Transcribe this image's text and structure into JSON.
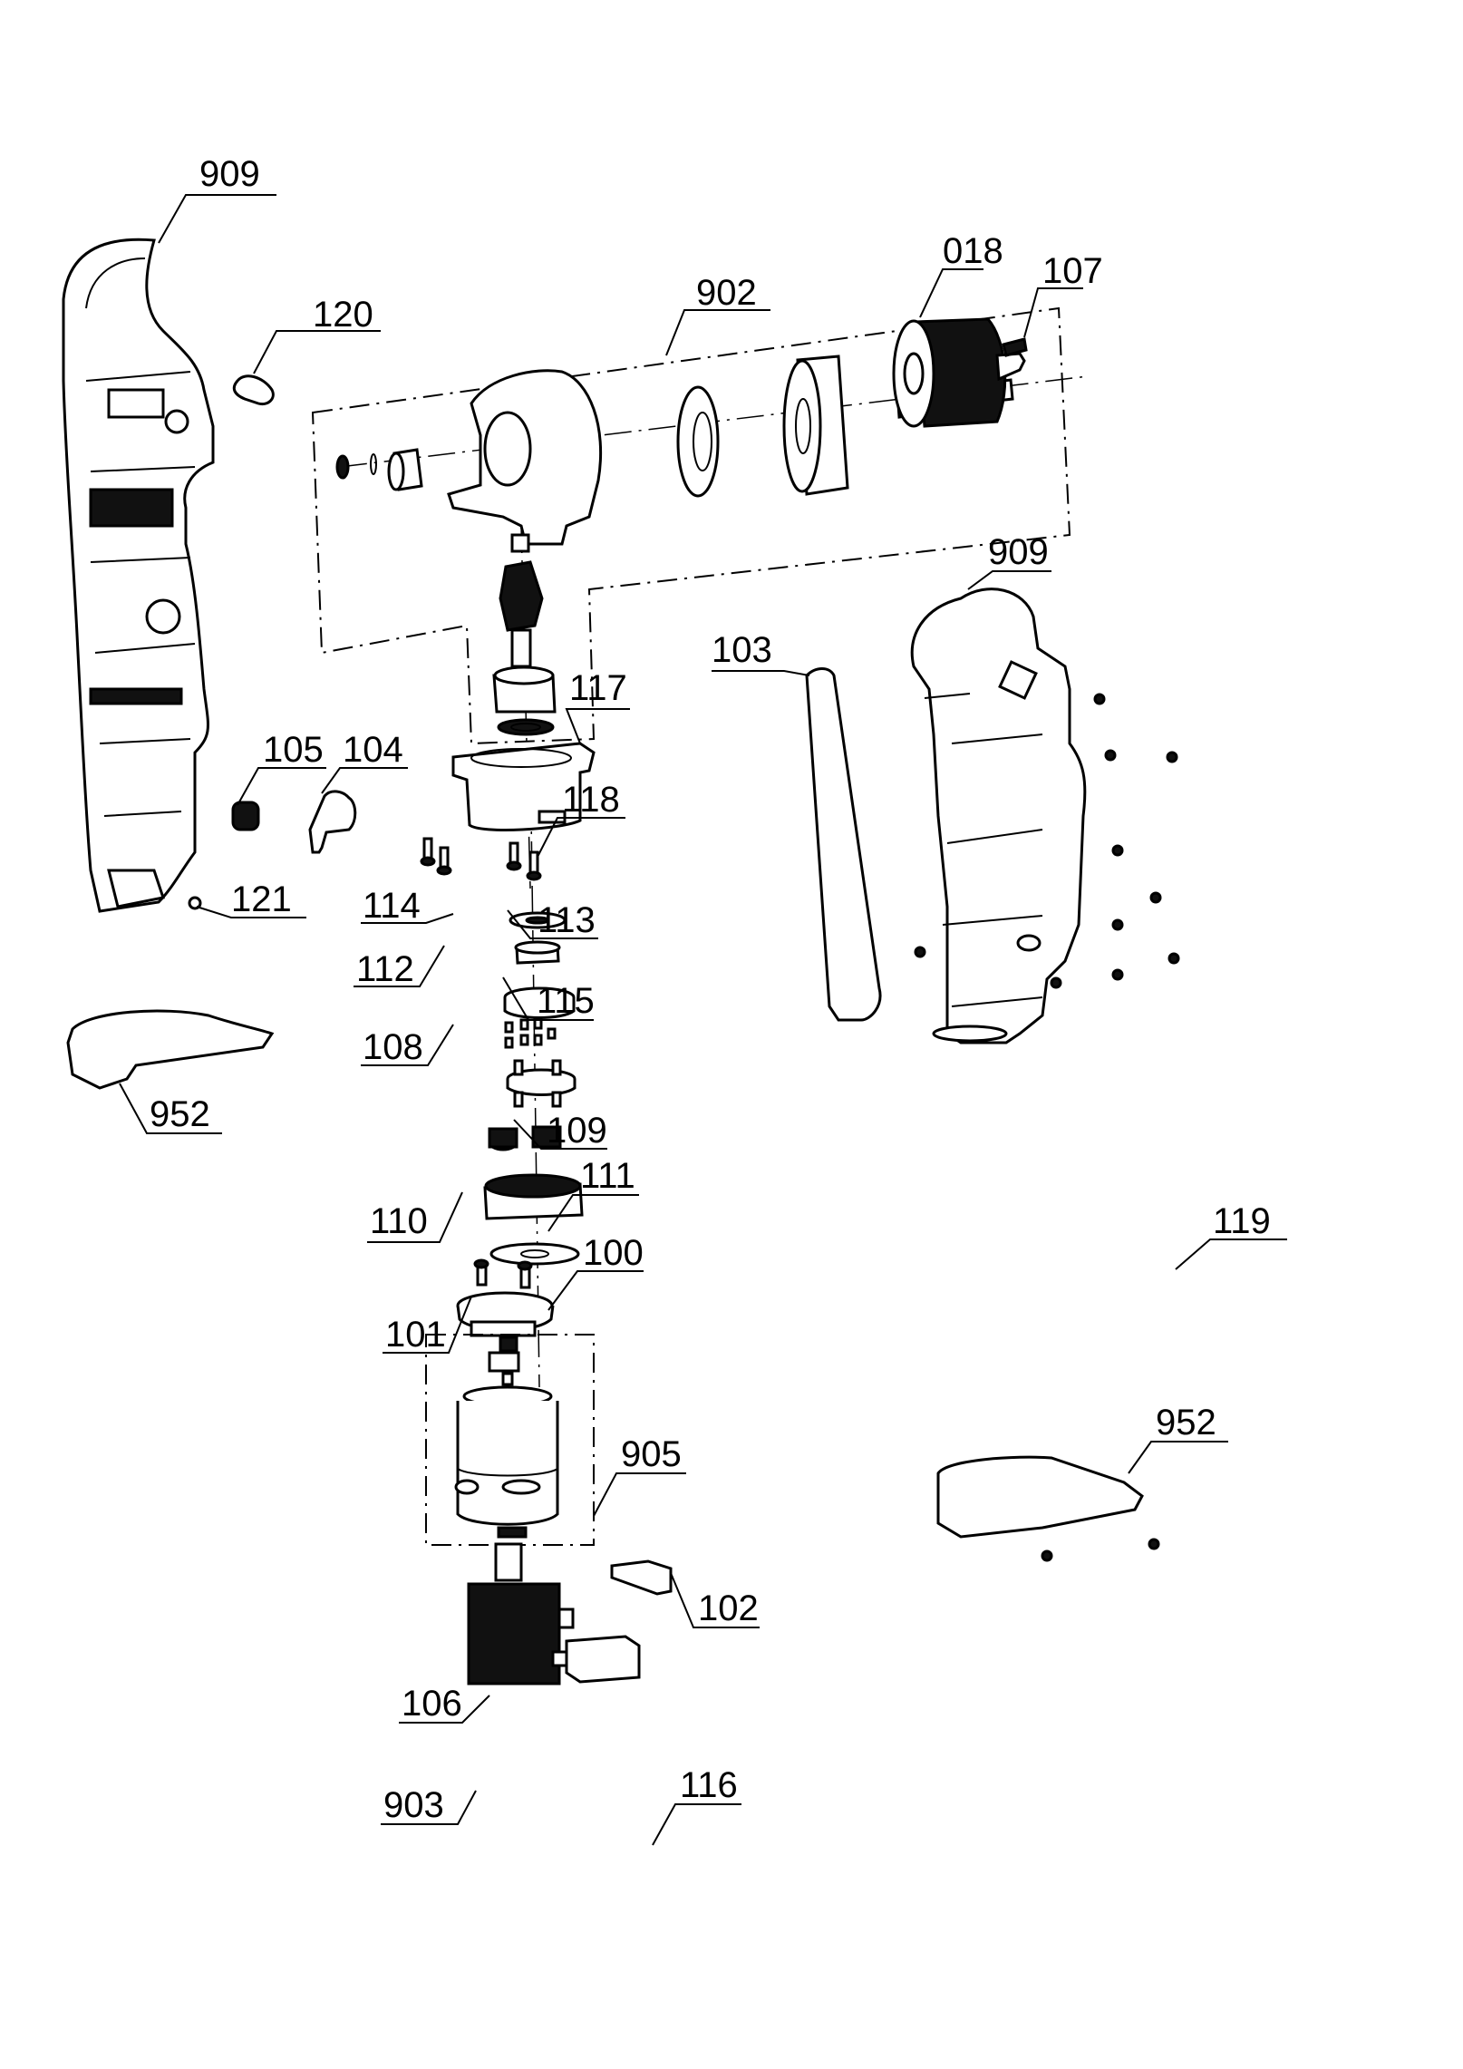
{
  "diagram": {
    "type": "exploded-parts-view",
    "subject": "angle drill",
    "callouts": [
      {
        "id": "909-left",
        "label": "909"
      },
      {
        "id": "120",
        "label": "120"
      },
      {
        "id": "902",
        "label": "902"
      },
      {
        "id": "018",
        "label": "018"
      },
      {
        "id": "107",
        "label": "107"
      },
      {
        "id": "909-right",
        "label": "909"
      },
      {
        "id": "103",
        "label": "103"
      },
      {
        "id": "117",
        "label": "117"
      },
      {
        "id": "105",
        "label": "105"
      },
      {
        "id": "104",
        "label": "104"
      },
      {
        "id": "118",
        "label": "118"
      },
      {
        "id": "121",
        "label": "121"
      },
      {
        "id": "114",
        "label": "114"
      },
      {
        "id": "113",
        "label": "113"
      },
      {
        "id": "112",
        "label": "112"
      },
      {
        "id": "115",
        "label": "115"
      },
      {
        "id": "952-left",
        "label": "952"
      },
      {
        "id": "108",
        "label": "108"
      },
      {
        "id": "109",
        "label": "109"
      },
      {
        "id": "110",
        "label": "110"
      },
      {
        "id": "111",
        "label": "111"
      },
      {
        "id": "119",
        "label": "119"
      },
      {
        "id": "101",
        "label": "101"
      },
      {
        "id": "100",
        "label": "100"
      },
      {
        "id": "952-right",
        "label": "952"
      },
      {
        "id": "905",
        "label": "905"
      },
      {
        "id": "102",
        "label": "102"
      },
      {
        "id": "106",
        "label": "106"
      },
      {
        "id": "116",
        "label": "116"
      },
      {
        "id": "903",
        "label": "903"
      }
    ]
  }
}
